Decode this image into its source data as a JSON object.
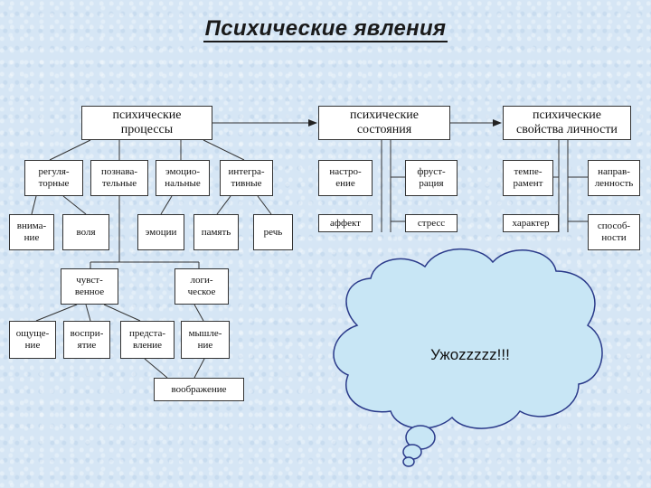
{
  "title": "Психические явления",
  "top": {
    "processes": "психические\nпроцессы",
    "states": "психические\nсостояния",
    "properties": "психические\nсвойства личности"
  },
  "processes": {
    "regulatory": "регуля-\nторные",
    "cognitive": "познава-\nтельные",
    "emotional": "эмоцио-\nнальные",
    "integrative": "интегра-\nтивные",
    "attention": "внима-\nние",
    "will": "воля",
    "emotions": "эмоции",
    "memory": "память",
    "speech": "речь",
    "sensory": "чувст-\nвенное",
    "logical": "логи-\nческое",
    "sensation": "ощуще-\nние",
    "perception": "воспри-\nятие",
    "representation": "предста-\nвление",
    "thinking": "мышле-\nние",
    "imagination": "воображение"
  },
  "states": {
    "mood": "настро-\nение",
    "frustration": "фруст-\nрация",
    "affect": "аффект",
    "stress": "стресс"
  },
  "properties": {
    "temperament": "темпе-\nрамент",
    "orientation": "направ-\nленность",
    "character": "характер",
    "abilities": "способ-\nности"
  },
  "cloud": {
    "text": "Ужоzzzzz!!!"
  },
  "colors": {
    "background": "#d6e6f5",
    "cloud_fill": "#c8e6f5",
    "cloud_stroke": "#2a3a8a"
  }
}
